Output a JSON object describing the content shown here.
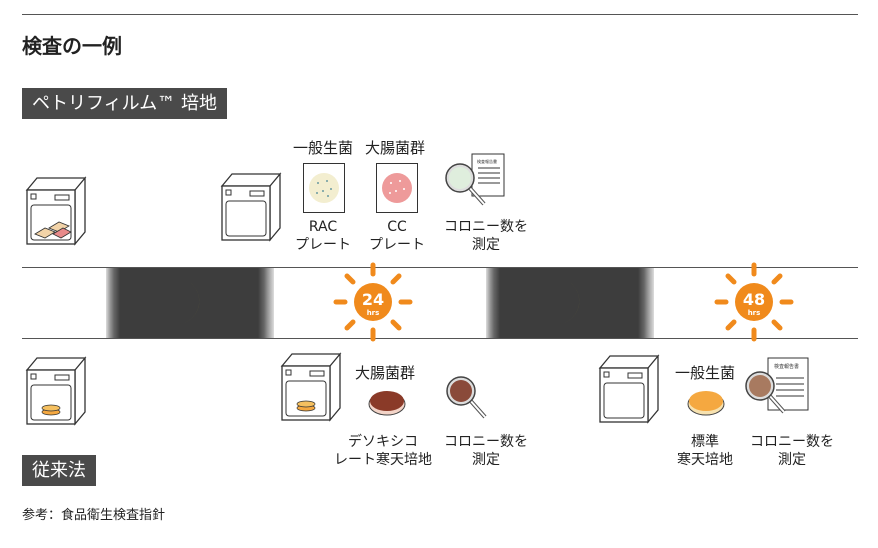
{
  "title": "検査の一例",
  "petrifilm": {
    "label": "ペトリフィルム™ 培地",
    "rac_head": "一般生菌",
    "cc_head": "大腸菌群",
    "rac_l1": "RAC",
    "rac_l2": "プレート",
    "cc_l1": "CC",
    "cc_l2": "プレート",
    "count_l1": "コロニー数を",
    "count_l2": "測定",
    "report_title": "検査報告書"
  },
  "timeline": {
    "sun1": "24",
    "sun2": "48",
    "unit": "hrs"
  },
  "conventional": {
    "label": "従来法",
    "coliform_head": "大腸菌群",
    "general_head": "一般生菌",
    "deso_l1": "デソキシコ",
    "deso_l2": "レート寒天培地",
    "std_l1": "標準",
    "std_l2": "寒天培地",
    "count_l1": "コロニー数を",
    "count_l2": "測定",
    "report_title": "検査報告書"
  },
  "footer": "参考：食品衛生検査指針",
  "colors": {
    "sun": "#f08a1c",
    "moon": "#f0e030",
    "band": "#3d3d3d"
  }
}
